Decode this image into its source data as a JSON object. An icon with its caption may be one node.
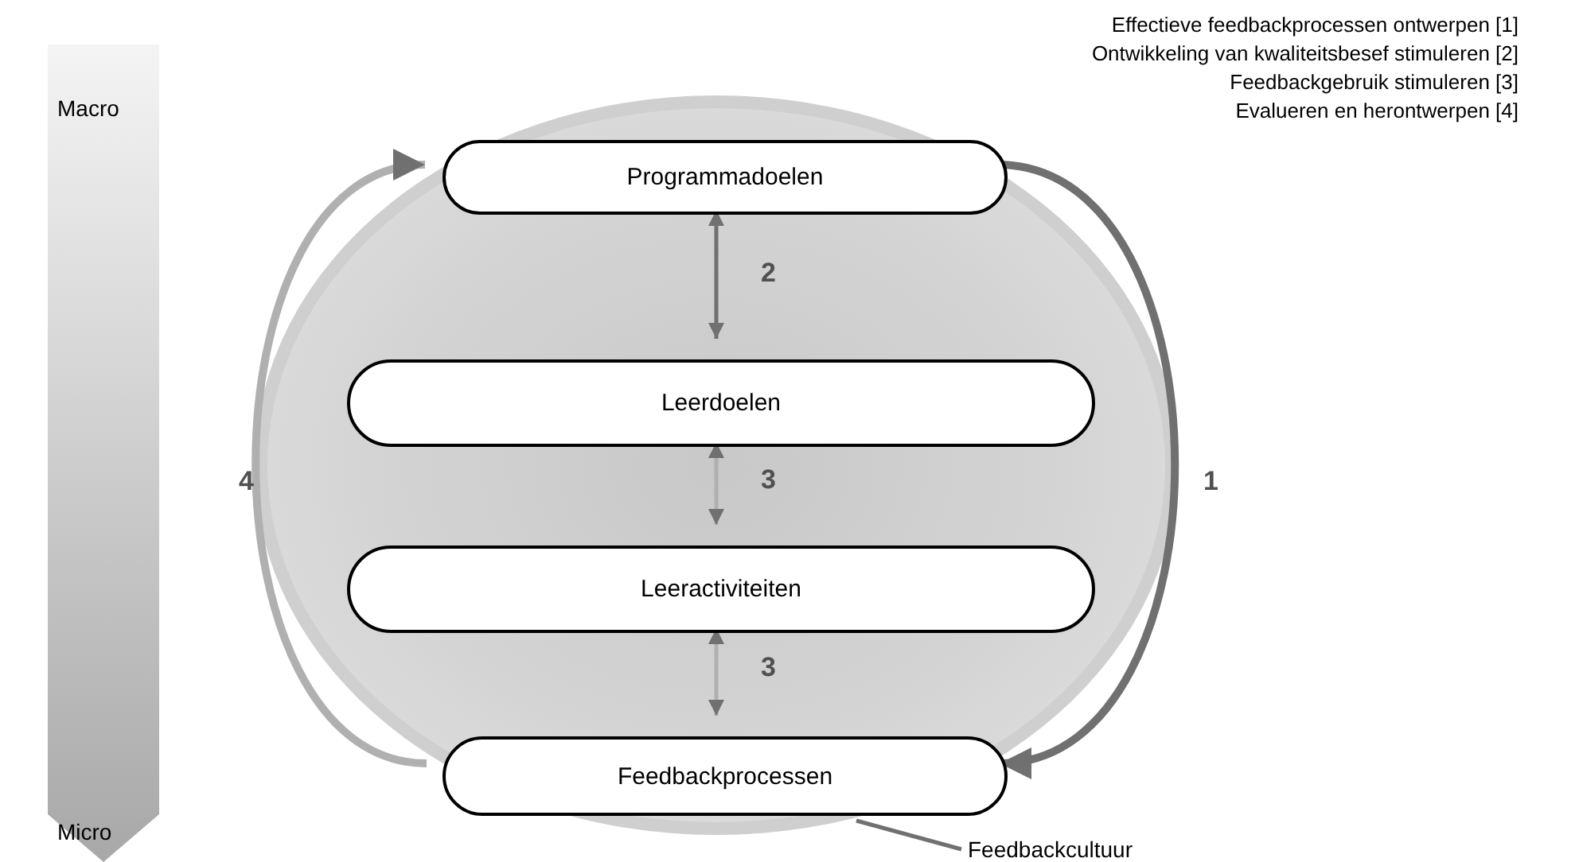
{
  "diagram": {
    "nodes": [
      {
        "text": [],
        "shape": "circle"
      },
      {
        "text": [
          "Programmadoelen"
        ],
        "in": 0
      },
      {
        "text": [
          "Leerdoelen"
        ],
        "in": 0
      },
      {
        "text": [
          "Leeractiviteiten"
        ],
        "in": 0
      },
      {
        "text": [
          "Feedbackprocessen"
        ],
        "in": 0
      },
      {
        "text": [
          "Feedbackcultuur"
        ]
      }
    ],
    "edges": [
      {
        "from": 1,
        "to": 2,
        "arrow": "both",
        "label": "2"
      },
      {
        "from": 2,
        "to": 3,
        "arrow": "both",
        "label": "3",
        "color": "#b0b0b0"
      },
      {
        "from": 3,
        "to": 4,
        "arrow": "both",
        "label": "3",
        "color": "#b0b0b0"
      },
      {
        "from": 1,
        "to": 4,
        "arrow": "to",
        "label": "1",
        "style": "thick"
      },
      {
        "from": 4,
        "to": 1,
        "arrow": "to",
        "label": "4",
        "style": "thick",
        "color": "#b0b0b0"
      },
      {
        "from": 5,
        "to": 0,
        "arrow": "none"
      }
    ],
    "labels": [
      "Effectieve feedbackprocessen ontwerpen [1]",
      "Ontwikkeling van kwaliteitsbesef stimuleren [2]",
      "Feedbackgebruik stimuleren [3]",
      "Evalueren en herontwerpen [4]",
      "Macro",
      "Micro"
    ]
  }
}
